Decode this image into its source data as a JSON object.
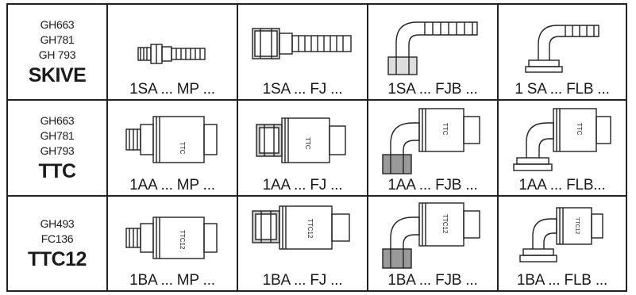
{
  "rows": [
    {
      "codes": [
        "GH663",
        "GH781",
        "GH 793"
      ],
      "name": "SKIVE",
      "items": [
        {
          "caption": "1SA ... MP ...",
          "icon": "skive-male-pipe-fitting-icon"
        },
        {
          "caption": "1SA ... FJ ...",
          "icon": "skive-female-jic-fitting-icon"
        },
        {
          "caption": "1SA ... FJB ...",
          "icon": "skive-female-jic-bent-fitting-icon"
        },
        {
          "caption": "1 SA ... FLB ...",
          "icon": "skive-flange-bent-fitting-icon"
        }
      ]
    },
    {
      "codes": [
        "GH663",
        "GH781",
        "GH793"
      ],
      "name": "TTC",
      "items": [
        {
          "caption": "1AA ... MP ...",
          "icon": "ttc-male-pipe-fitting-icon"
        },
        {
          "caption": "1AA ... FJ ...",
          "icon": "ttc-female-jic-fitting-icon"
        },
        {
          "caption": "1AA ... FJB ...",
          "icon": "ttc-female-jic-bent-fitting-icon"
        },
        {
          "caption": "1AA ... FLB...",
          "icon": "ttc-flange-bent-fitting-icon"
        }
      ]
    },
    {
      "codes": [
        "GH493",
        "FC136"
      ],
      "name": "TTC12",
      "items": [
        {
          "caption": "1BA ... MP ...",
          "icon": "ttc12-male-pipe-fitting-icon"
        },
        {
          "caption": "1BA ... FJ ...",
          "icon": "ttc12-female-jic-fitting-icon"
        },
        {
          "caption": "1BA ... FJB ...",
          "icon": "ttc12-female-jic-bent-fitting-icon"
        },
        {
          "caption": "1BA ... FLB ...",
          "icon": "ttc12-flange-bent-fitting-icon"
        }
      ]
    }
  ]
}
